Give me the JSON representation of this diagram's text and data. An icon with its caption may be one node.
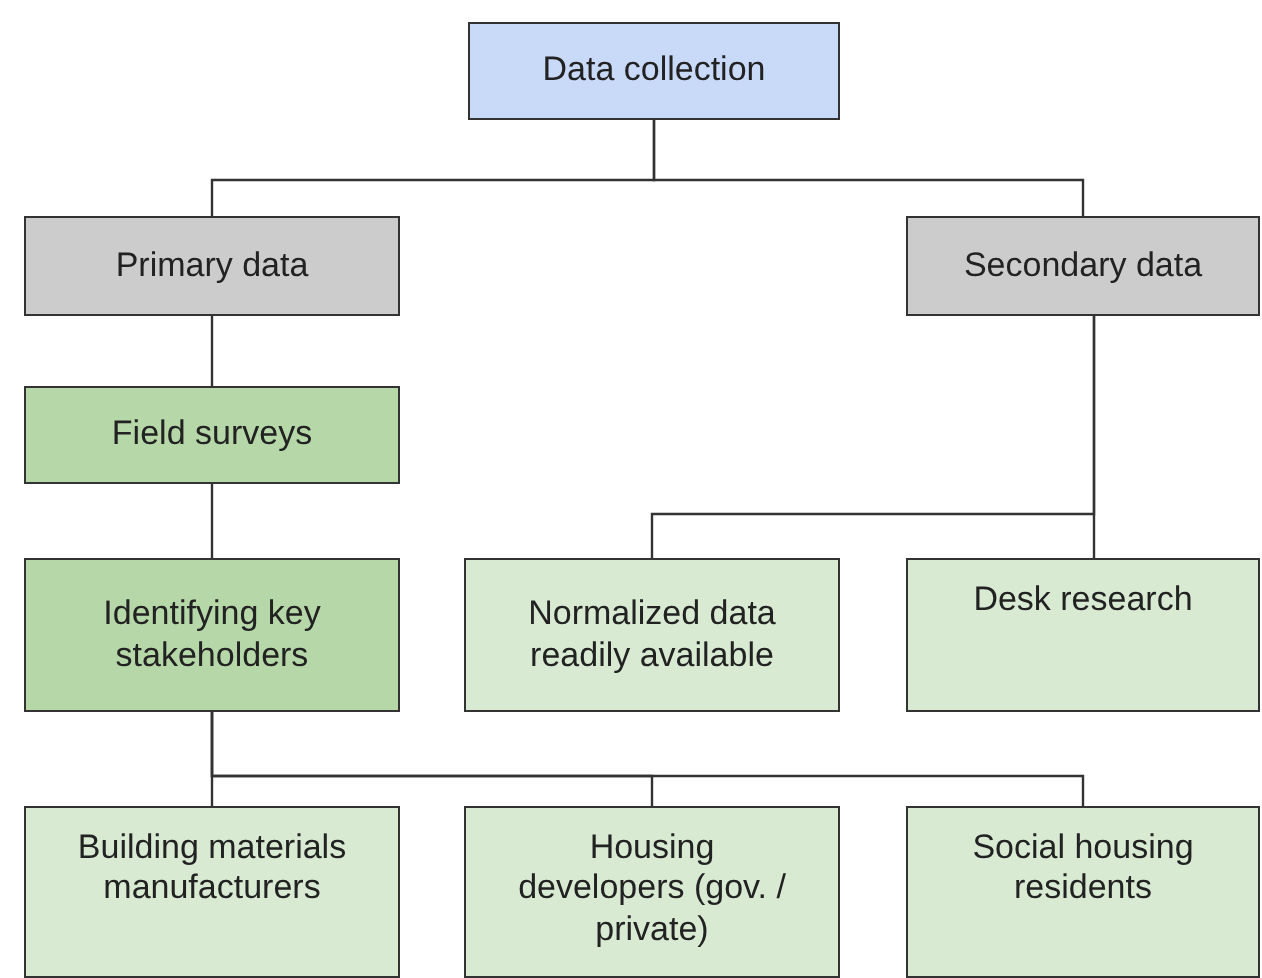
{
  "diagram": {
    "nodes": [
      {
        "text": [
          "Data collection"
        ]
      },
      {
        "text": [
          "Primary data"
        ]
      },
      {
        "text": [
          "Secondary data"
        ]
      },
      {
        "text": [
          "Field surveys"
        ]
      },
      {
        "text": [
          "Identifying key stakeholders"
        ]
      },
      {
        "text": [
          "Normalized data readily available"
        ]
      },
      {
        "text": [
          "Desk research"
        ]
      },
      {
        "text": [
          "Building materials manufacturers"
        ]
      },
      {
        "text": [
          "Housing developers (gov. / private)"
        ]
      },
      {
        "text": [
          "Social housing residents"
        ]
      }
    ],
    "edges": [
      {
        "from": 0,
        "to": 1,
        "arrow": "none"
      },
      {
        "from": 0,
        "to": 2,
        "arrow": "none"
      },
      {
        "from": 1,
        "to": 3,
        "arrow": "none"
      },
      {
        "from": 3,
        "to": 4,
        "arrow": "none"
      },
      {
        "from": 2,
        "to": 5,
        "arrow": "none"
      },
      {
        "from": 2,
        "to": 6,
        "arrow": "none"
      },
      {
        "from": 4,
        "to": 7,
        "arrow": "none"
      },
      {
        "from": 4,
        "to": 8,
        "arrow": "none"
      },
      {
        "from": 4,
        "to": 9,
        "arrow": "none"
      }
    ]
  }
}
